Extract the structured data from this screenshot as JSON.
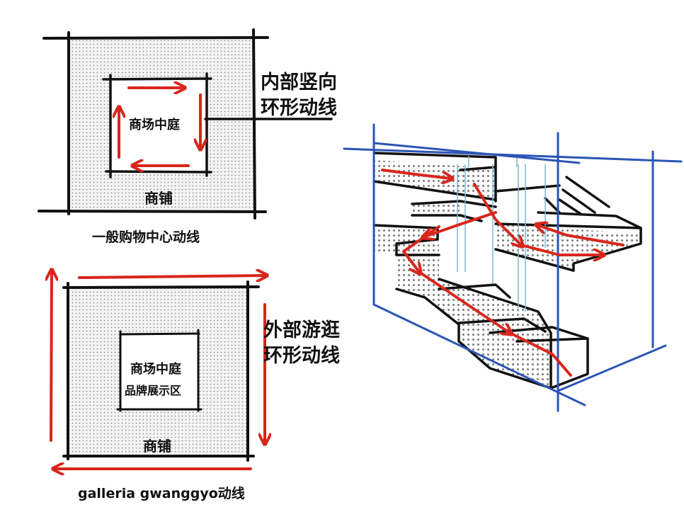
{
  "top_plan": {
    "courtyard_label": "商场中庭",
    "shops_label": "商铺",
    "flow_label_line1": "内部竖向",
    "flow_label_line2": "环形动线",
    "caption": "一般购物中心动线"
  },
  "bottom_plan": {
    "courtyard_label_line1": "商场中庭",
    "courtyard_label_line2": "品牌展示区",
    "shops_label": "商铺",
    "flow_label_line1": "外部游逛",
    "flow_label_line2": "环形动线",
    "caption": "galleria gwanggyo动线"
  },
  "colors": {
    "ink": "#111111",
    "arrow": "#d9261c",
    "perspective": "#2b55b5",
    "dots": "#8a8a8a",
    "shaft": "#7fb6dc"
  },
  "icons": [
    "circulation-arrow",
    "perspective-sketch"
  ]
}
